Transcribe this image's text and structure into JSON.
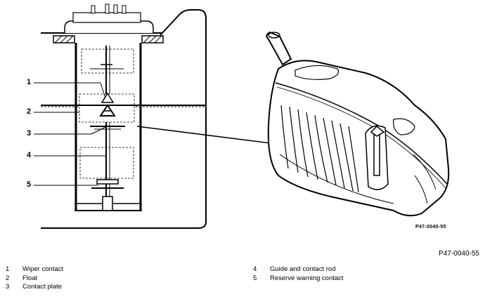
{
  "callouts": [
    "1",
    "2",
    "3",
    "4",
    "5"
  ],
  "figure_code_small": "P47-0040-55",
  "figure_code": "P47-0040-55",
  "legend_left": [
    {
      "num": "1",
      "text": "Wiper contact"
    },
    {
      "num": "2",
      "text": "Float"
    },
    {
      "num": "3",
      "text": "Contact plate"
    }
  ],
  "legend_right": [
    {
      "num": "4",
      "text": "Guide and contact rod"
    },
    {
      "num": "5",
      "text": "Reserve warning contact"
    }
  ]
}
